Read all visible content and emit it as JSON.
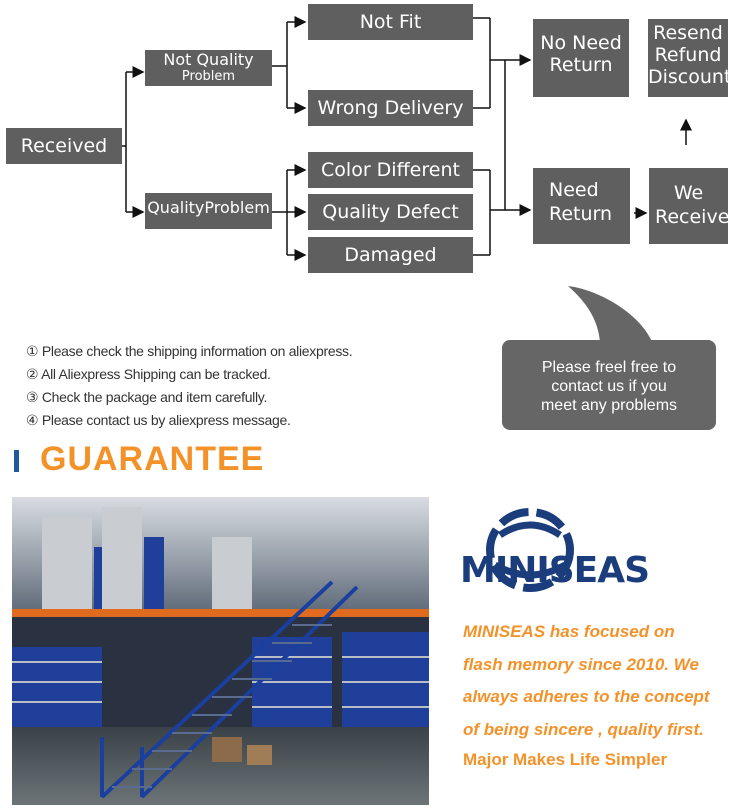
{
  "flow": {
    "received": "Received",
    "not_quality_line1": "Not Quality",
    "not_quality_line2": "Problem",
    "quality_problem": "QualityProblem",
    "not_fit": "Not Fit",
    "wrong_delivery": "Wrong Delivery",
    "color_different": "Color Different",
    "quality_defect": "Quality Defect",
    "damaged": "Damaged",
    "no_need_return_line1": "No Need",
    "no_need_return_line2": "Return",
    "need_return_line1": "Need",
    "need_return_line2": "Return",
    "resend_line1": "Resend",
    "resend_line2": "Refund",
    "resend_line3": "Discount",
    "we_received_line1": "We",
    "we_received_line2": "Received",
    "arrow_right_1": "→",
    "arrow_up": "↑"
  },
  "steps": [
    "① Please check the shipping information on aliexpress.",
    "② All Aliexpress Shipping can be tracked.",
    "③ Check the package and item carefully.",
    "④ Please contact us by aliexpress message."
  ],
  "bubble": {
    "line1": "Please freel free to",
    "line2": "contact us if you",
    "line3": "meet any problems"
  },
  "guarantee_title": "GUARANTEE",
  "brand": {
    "name": "MINISEAS",
    "desc": [
      "MINISEAS has focused on",
      "flash memory since 2010. We",
      "always adheres to the concept",
      "of being sincere , quality first."
    ],
    "slogan": "Major Makes Life Simpler"
  },
  "colors": {
    "box_gray": "#5f5f5f",
    "accent_orange": "#f4922a",
    "brand_blue": "#1b3d7c"
  }
}
